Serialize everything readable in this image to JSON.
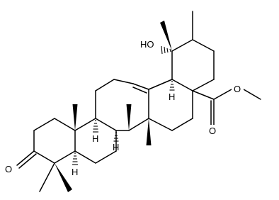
{
  "molecule": {
    "atom_labels": {
      "hydroxyl": "HO",
      "ester_carbonyl_oxygen": "O",
      "ester_ether_oxygen": "O",
      "ketone_oxygen": "O",
      "h_c9": "H",
      "h_c8": "H",
      "h_c18": "H",
      "h_c5": "H"
    }
  }
}
